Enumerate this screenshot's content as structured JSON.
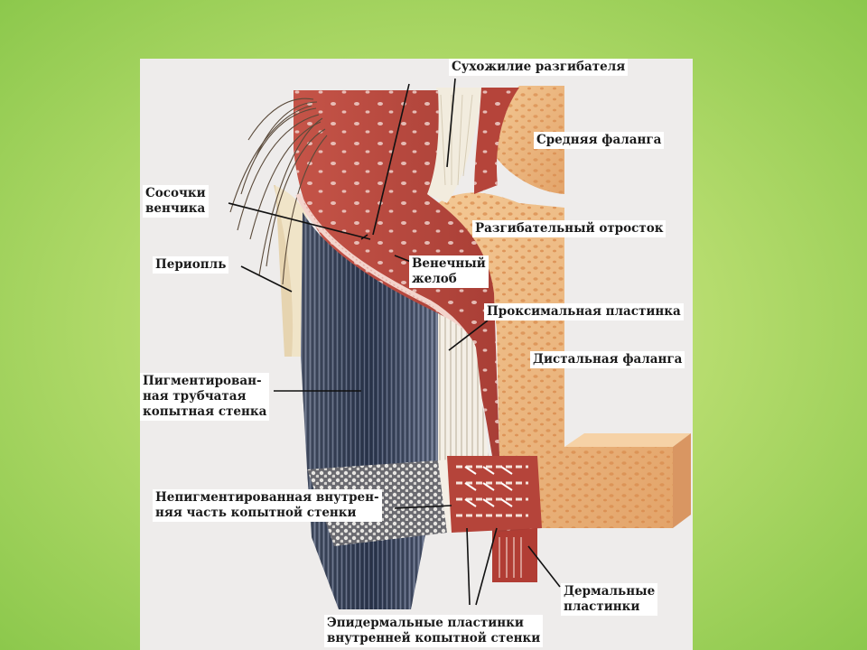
{
  "labels": {
    "extensor_tendon": "Сухожилие разгибателя",
    "middle_phalanx": "Средняя фаланга",
    "coronary_papillae": "Сосочки\nвенчика",
    "extensor_process": "Разгибательный отросток",
    "periople": "Периопль",
    "coronary_groove": "Венечный\nжелоб",
    "proximal_lamina": "Проксимальная пластинка",
    "distal_phalanx": "Дистальная фаланга",
    "pigmented_wall": "Пигментирован-\nная трубчатая\nкопытная стенка",
    "unpigmented_wall": "Непигментированная внутрен-\nняя часть копытной стенки",
    "dermal_laminae": "Дермальные\nпластинки",
    "epidermal_laminae": "Эпидермальные пластинки\nвнутренней копытной стенки"
  },
  "colors": {
    "background_outer": "#8cc84c",
    "background_inner": "#d6ec9c",
    "dermis_red": "#b8453b",
    "bone_orange": "#eab47e",
    "horn_dark": "#3e4a62",
    "periople_cream": "#f0e4c8"
  }
}
